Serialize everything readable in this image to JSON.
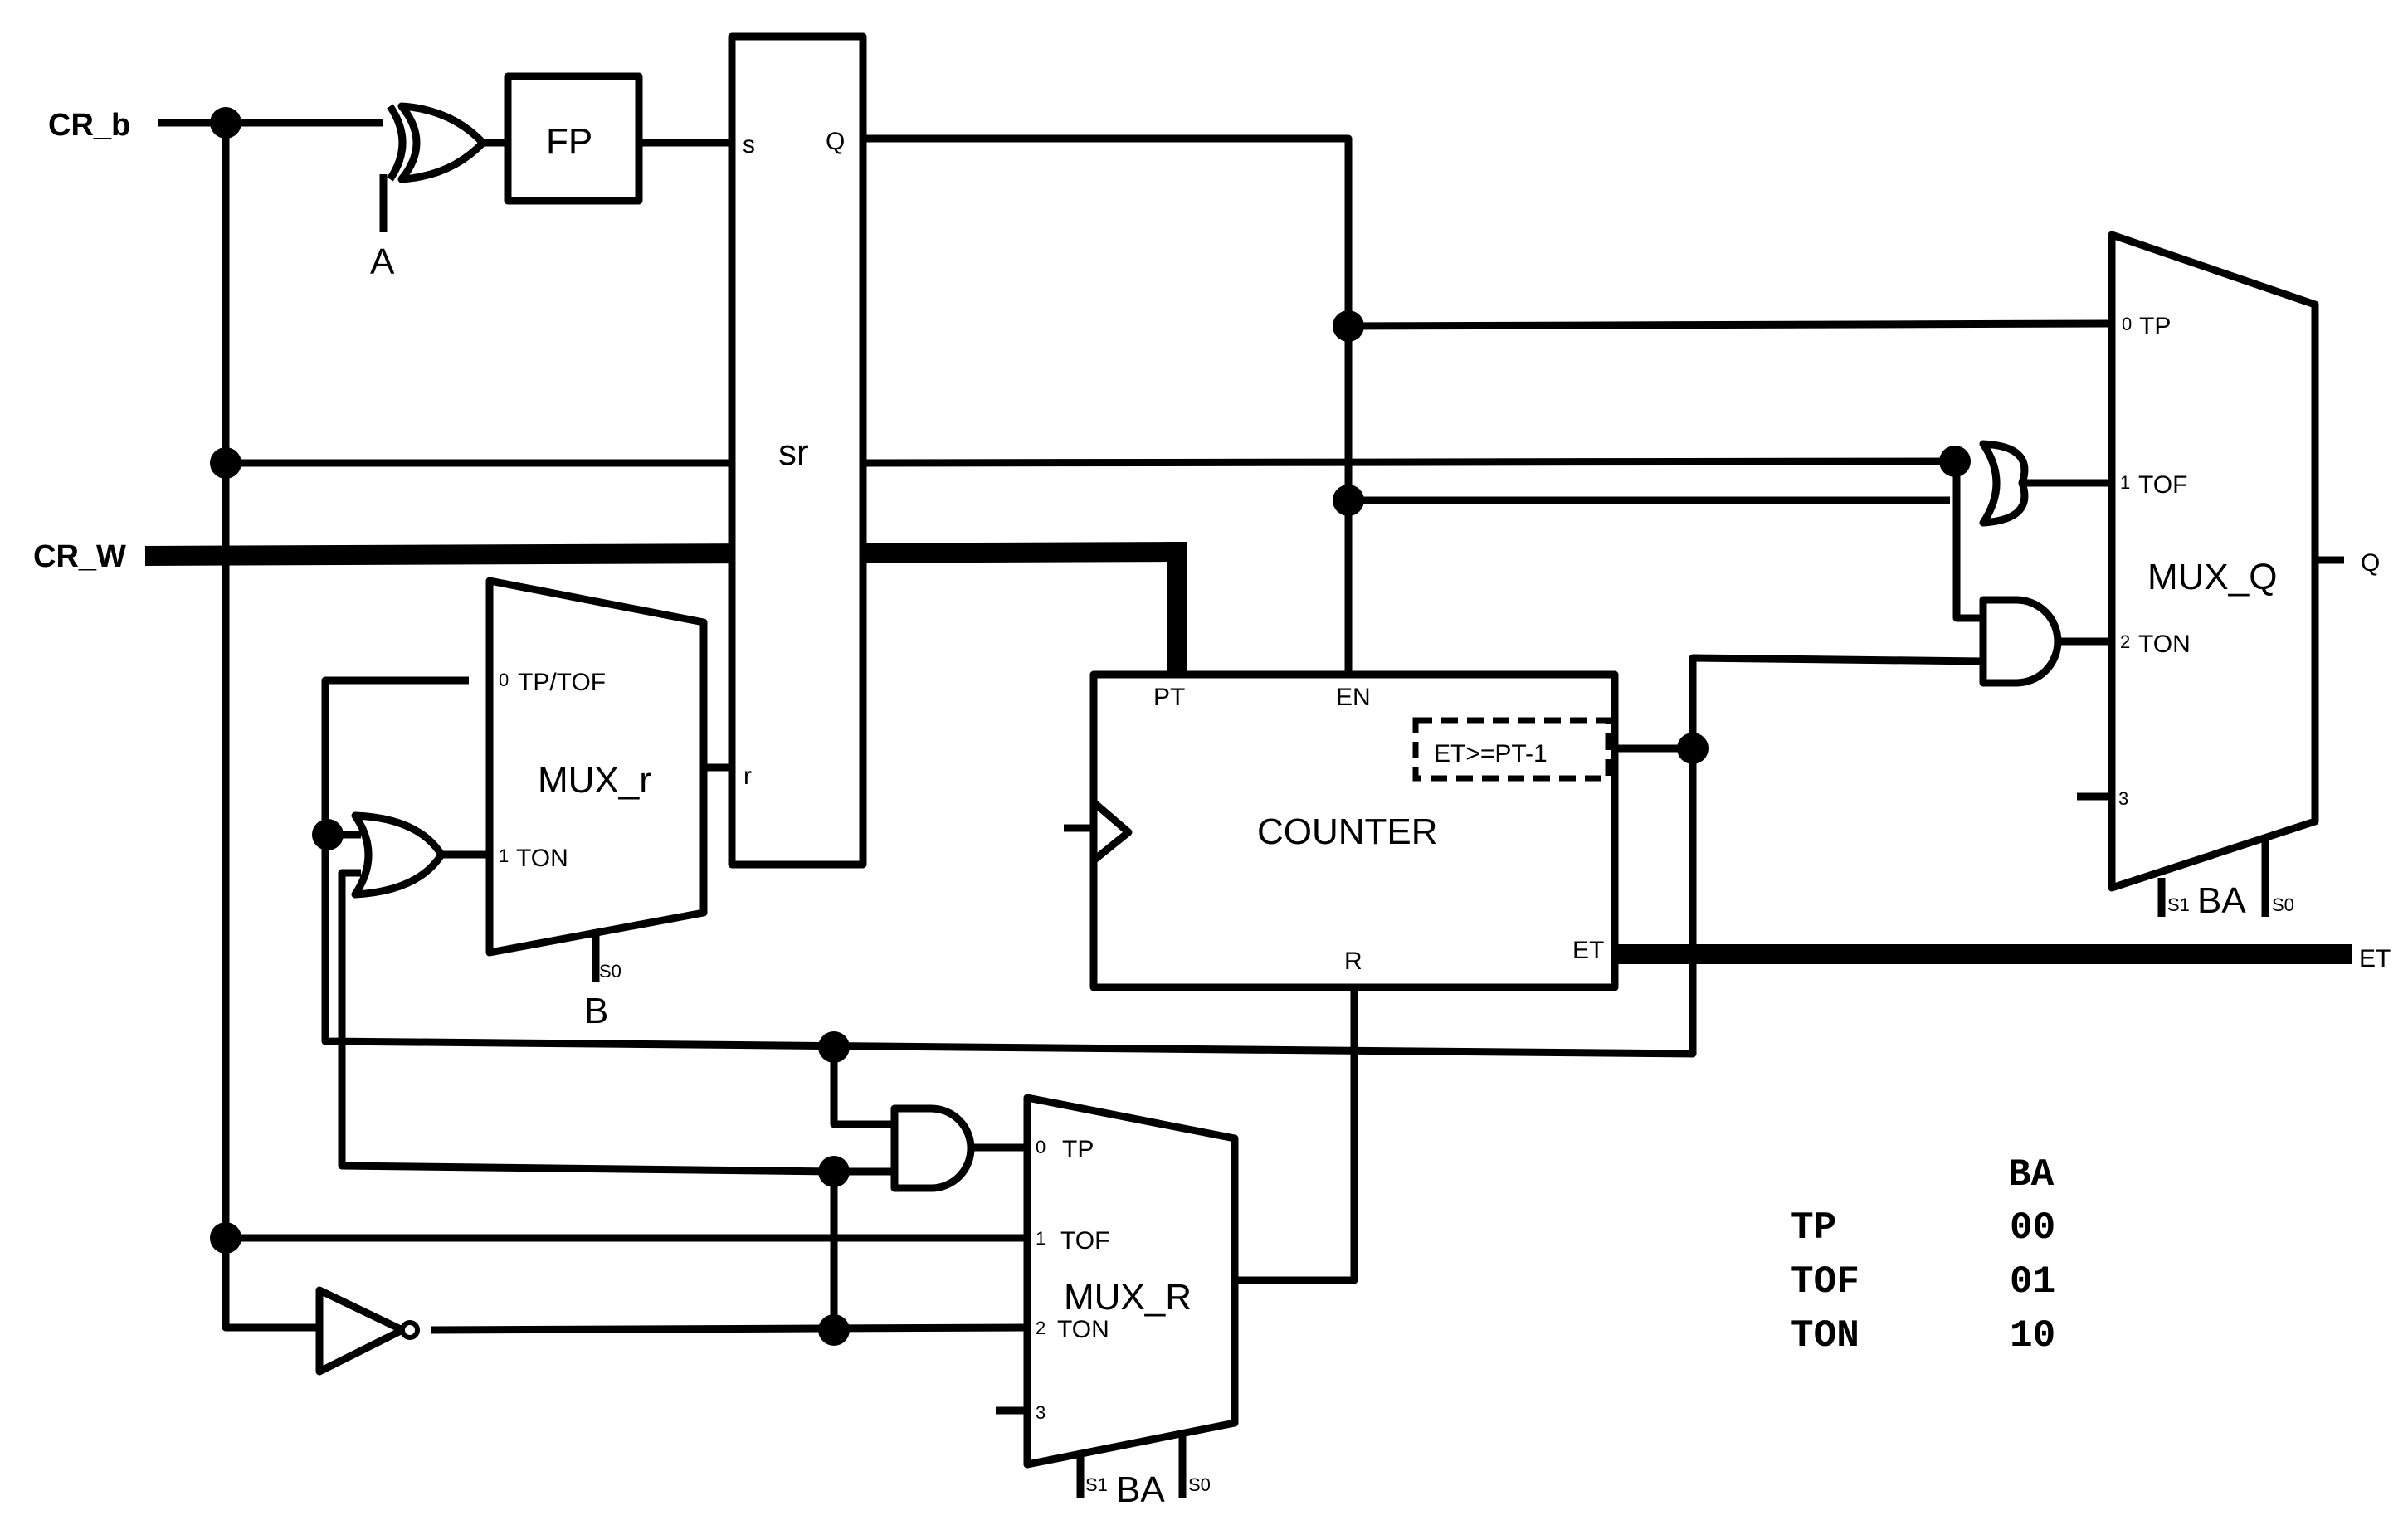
{
  "signals": {
    "cr_b": "CR_b",
    "cr_w": "CR_W",
    "a": "A",
    "b": "B",
    "q_out": "Q",
    "et_out": "ET"
  },
  "blocks": {
    "fp": "FP",
    "sr": {
      "label": "sr",
      "s": "s",
      "q": "Q",
      "r": "r"
    },
    "counter": {
      "label": "COUNTER",
      "pt": "PT",
      "en": "EN",
      "r": "R",
      "et": "ET",
      "compare": "ET>=PT-1"
    },
    "mux_r": {
      "label": "MUX_r",
      "in0_num": "0",
      "in0": "TP/TOF",
      "in1_num": "1",
      "in1": "TON",
      "s0": "S0"
    },
    "mux_q": {
      "label": "MUX_Q",
      "in0_num": "0",
      "in0": "TP",
      "in1_num": "1",
      "in1": "TOF",
      "in2_num": "2",
      "in2": "TON",
      "in3_num": "3",
      "s1": "S1",
      "s0": "S0",
      "sel": "BA"
    },
    "mux_R": {
      "label": "MUX_R",
      "in0_num": "0",
      "in0": "TP",
      "in1_num": "1",
      "in1": "TOF",
      "in2_num": "2",
      "in2": "TON",
      "in3_num": "3",
      "s1": "S1",
      "s0": "S0",
      "sel": "BA"
    }
  },
  "mode_table": {
    "header": "BA",
    "rows": [
      {
        "mode": "TP",
        "code": "00"
      },
      {
        "mode": "TOF",
        "code": "01"
      },
      {
        "mode": "TON",
        "code": "10"
      }
    ]
  }
}
